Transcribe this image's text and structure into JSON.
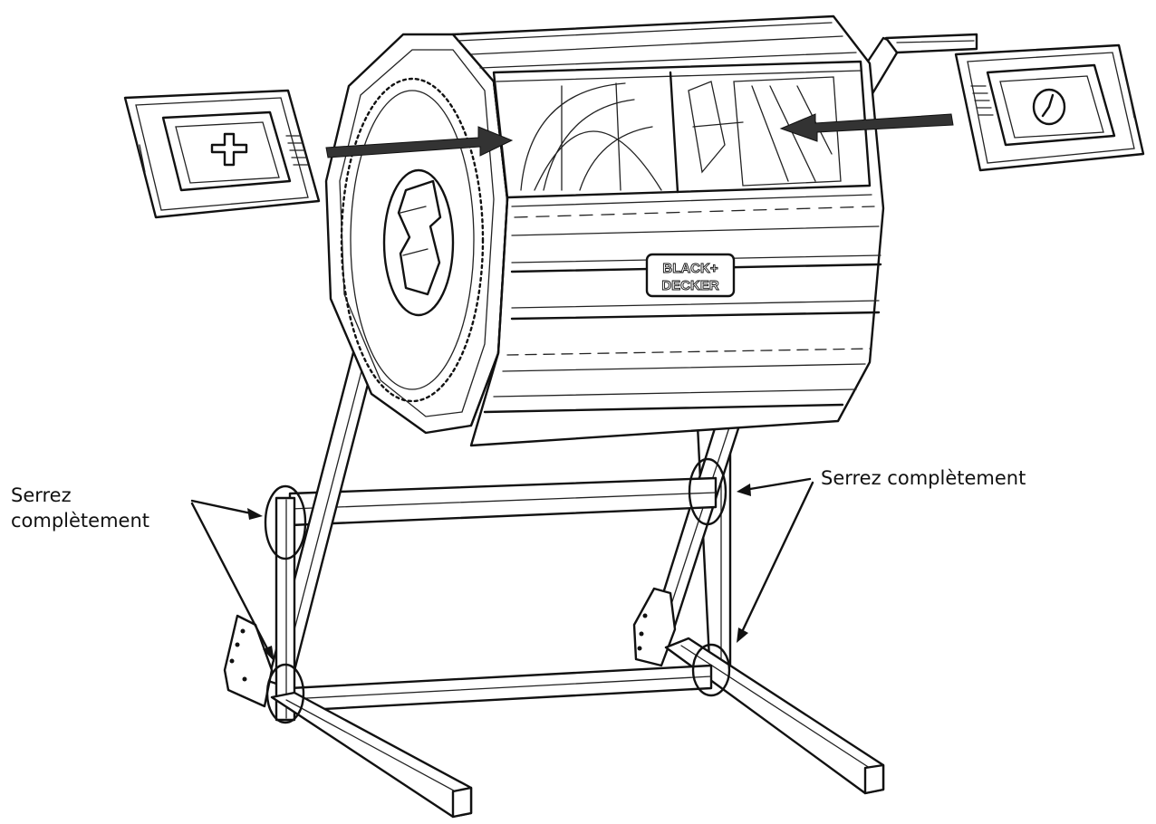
{
  "callouts": {
    "left_line1": "Serrez",
    "left_line2": "complètement",
    "right": "Serrez complètement"
  },
  "brand": {
    "line1": "BLACK+",
    "line2": "DECKER"
  },
  "colors": {
    "ink": "#111111",
    "arrow": "#333333",
    "background": "#ffffff"
  },
  "icons": {
    "left_door": "plus-icon",
    "right_door": "clock-icon"
  }
}
